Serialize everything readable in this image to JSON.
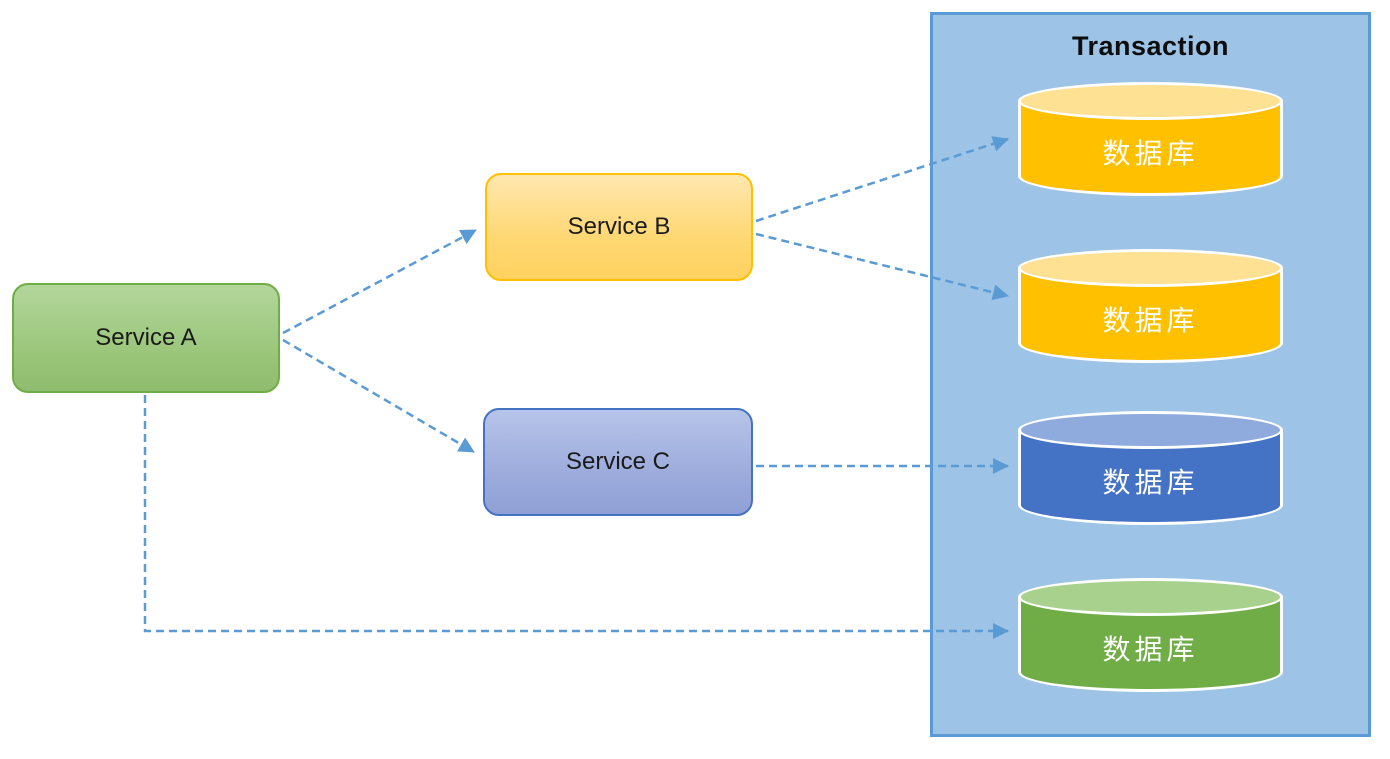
{
  "diagram": {
    "services": {
      "a": {
        "label": "Service A",
        "fill": "#9CC77C",
        "border": "#70AD47"
      },
      "b": {
        "label": "Service B",
        "fill": "#FFD873",
        "border": "#FFC000"
      },
      "c": {
        "label": "Service C",
        "fill": "#9DACDC",
        "border": "#4472C4"
      }
    },
    "panel": {
      "title": "Transaction",
      "fill": "#9DC3E6",
      "border": "#5B9BD5",
      "databases": [
        {
          "label": "数据库",
          "body_color": "#FFC000",
          "top_color": "#FFE194"
        },
        {
          "label": "数据库",
          "body_color": "#FFC000",
          "top_color": "#FFE194"
        },
        {
          "label": "数据库",
          "body_color": "#4472C4",
          "top_color": "#8FAADC"
        },
        {
          "label": "数据库",
          "body_color": "#70AD47",
          "top_color": "#A9D18E"
        }
      ]
    },
    "connectors": {
      "color": "#5B9BD5",
      "line_style": "dashed",
      "edges": [
        {
          "from": "Service A",
          "to": "Service B"
        },
        {
          "from": "Service A",
          "to": "Service C"
        },
        {
          "from": "Service B",
          "to": "数据库 (yellow, top)"
        },
        {
          "from": "Service B",
          "to": "数据库 (yellow, second)"
        },
        {
          "from": "Service C",
          "to": "数据库 (blue)"
        },
        {
          "from": "Service A",
          "to": "数据库 (green)"
        }
      ]
    }
  }
}
